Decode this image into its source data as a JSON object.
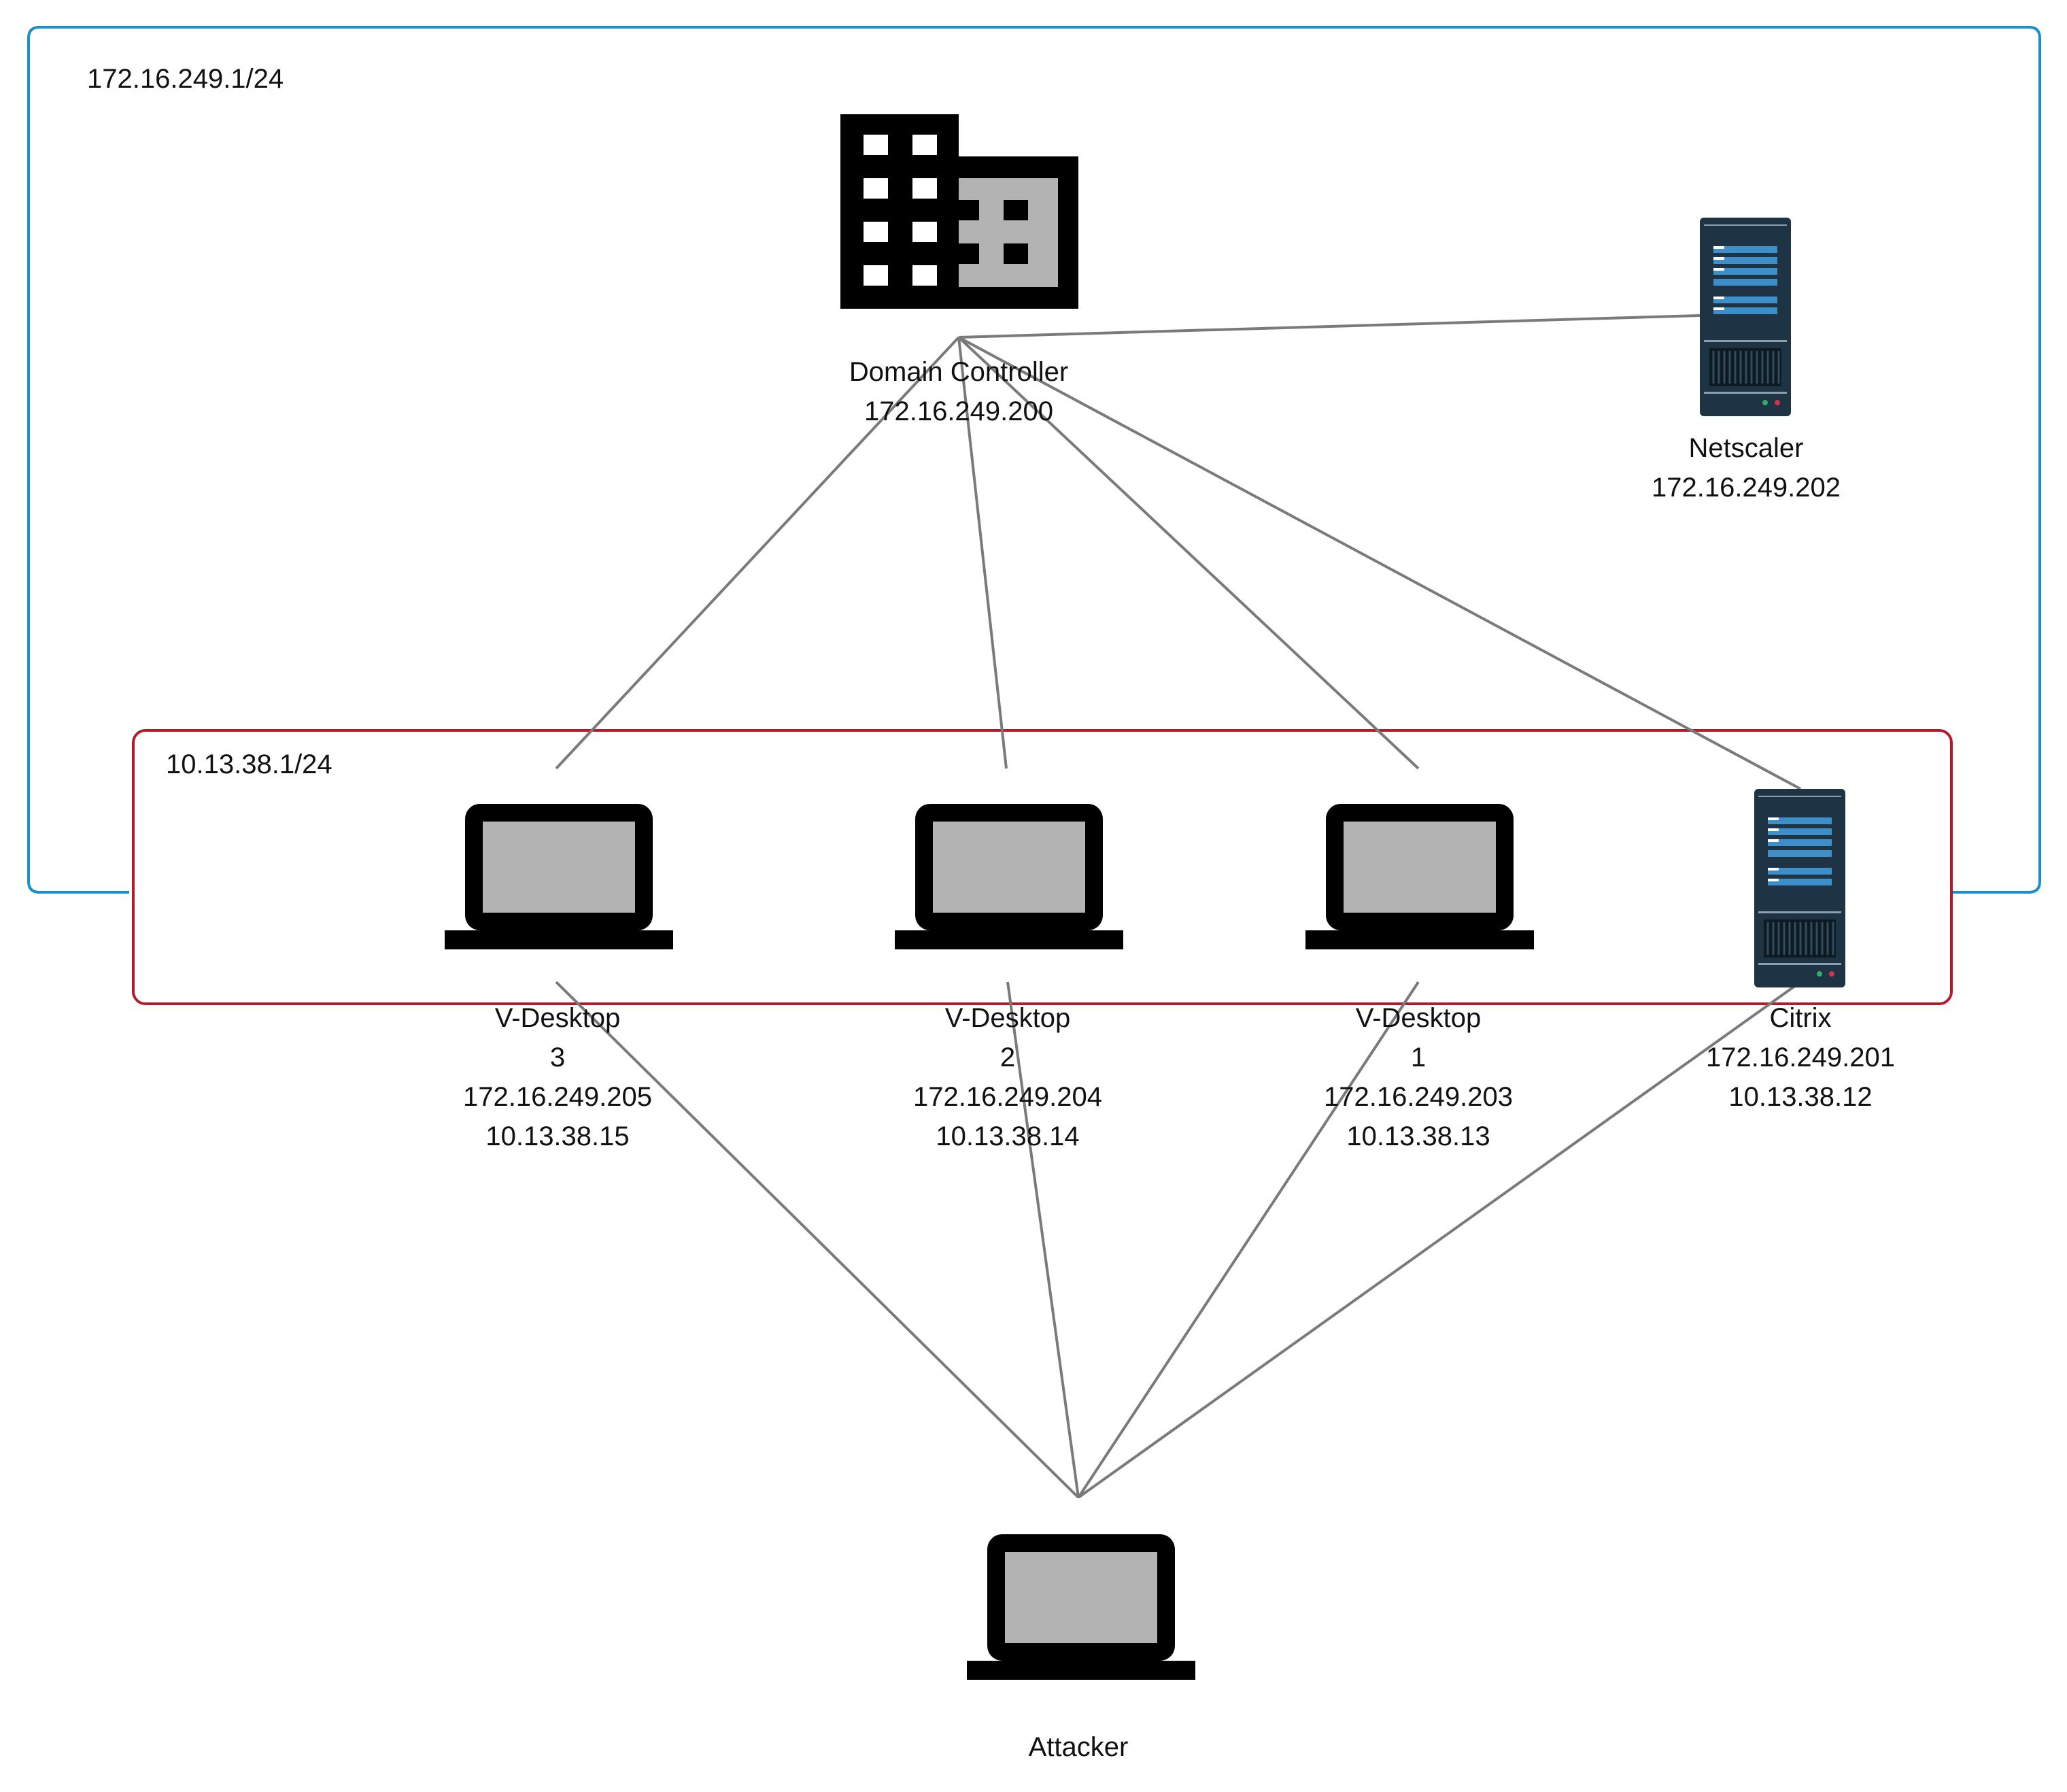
{
  "networks": {
    "outer": {
      "label": "172.16.249.1/24",
      "color": "#1a8fca"
    },
    "inner": {
      "label": "10.13.38.1/24",
      "color": "#b31b2b"
    }
  },
  "nodes": {
    "dc": {
      "icon": "building-icon",
      "lines": [
        "Domain Controller",
        "172.16.249.200"
      ]
    },
    "netscaler": {
      "icon": "server-icon",
      "lines": [
        "Netscaler",
        "172.16.249.202"
      ]
    },
    "vd3": {
      "icon": "laptop-icon",
      "lines": [
        "V-Desktop",
        "3",
        "172.16.249.205",
        "10.13.38.15"
      ]
    },
    "vd2": {
      "icon": "laptop-icon",
      "lines": [
        "V-Desktop",
        "2",
        "172.16.249.204",
        "10.13.38.14"
      ]
    },
    "vd1": {
      "icon": "laptop-icon",
      "lines": [
        "V-Desktop",
        "1",
        "172.16.249.203",
        "10.13.38.13"
      ]
    },
    "citrix": {
      "icon": "server-icon",
      "lines": [
        "Citrix",
        "172.16.249.201",
        "10.13.38.12"
      ]
    },
    "attacker": {
      "icon": "laptop-icon",
      "lines": [
        "Attacker"
      ]
    }
  },
  "edges": [
    [
      "dc",
      "netscaler"
    ],
    [
      "dc",
      "vd3"
    ],
    [
      "dc",
      "vd2"
    ],
    [
      "dc",
      "vd1"
    ],
    [
      "dc",
      "citrix"
    ],
    [
      "attacker",
      "vd3"
    ],
    [
      "attacker",
      "vd2"
    ],
    [
      "attacker",
      "vd1"
    ],
    [
      "attacker",
      "citrix"
    ]
  ],
  "colors": {
    "edge": "#7a7a7a",
    "icon": "#000000",
    "icon_fill": "#b3b3b3",
    "server_body": "#1e3444",
    "server_accent": "#3d8ec9"
  }
}
